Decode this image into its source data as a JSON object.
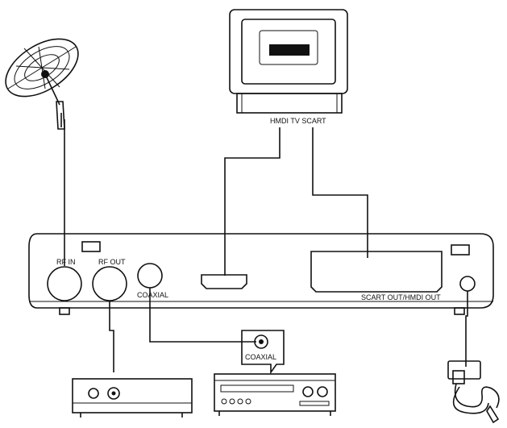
{
  "labels": {
    "tv_inputs": "HMDI TV SCART",
    "rf_in": "RF IN",
    "rf_out": "RF OUT",
    "coaxial_port": "COAXIAL",
    "scart_hdmi_out": "SCART OUT/HMDI OUT",
    "amplifier_coaxial": "COAXIAL"
  },
  "icons": {
    "dish": "satellite-dish-icon",
    "tv": "tv-icon",
    "receiver": "set-top-box-icon",
    "vcr": "vcr-icon",
    "amplifier": "audio-amplifier-icon",
    "power": "power-adapter-icon"
  }
}
